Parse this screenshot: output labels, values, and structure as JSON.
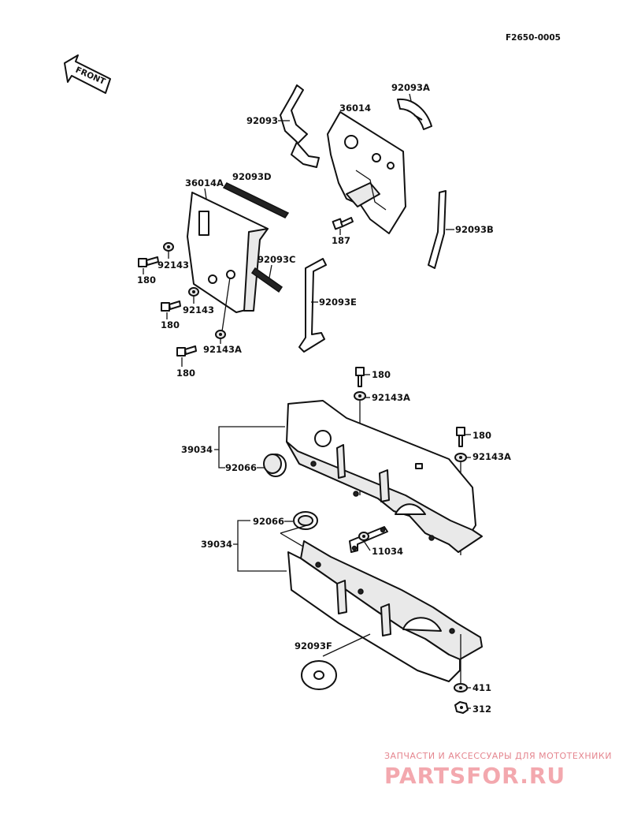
{
  "doc": {
    "code": "F2650-0005",
    "front_label": "FRONT"
  },
  "labels": {
    "p92093": "92093",
    "p92093A": "92093A",
    "p36014": "36014",
    "p36014A": "36014A",
    "p92093D": "92093D",
    "p92093B": "92093B",
    "p187": "187",
    "p92143_1": "92143",
    "p180_1": "180",
    "p92093C": "92093C",
    "p92143_2": "92143",
    "p180_2": "180",
    "p92093E": "92093E",
    "p92143A_1": "92143A",
    "p180_3": "180",
    "p180_4": "180",
    "p92143A_2": "92143A",
    "p39034_1": "39034",
    "p92066_1": "92066",
    "p180_5": "180",
    "p92143A_3": "92143A",
    "p92066_2": "92066",
    "p39034_2": "39034",
    "p11034": "11034",
    "p92093F": "92093F",
    "p411": "411",
    "p312": "312"
  },
  "watermark": {
    "tagline": "ЗАПЧАСТИ И АКСЕССУАРЫ ДЛЯ МОТОТЕХНИКИ",
    "brand": "PARTSFOR.RU"
  }
}
